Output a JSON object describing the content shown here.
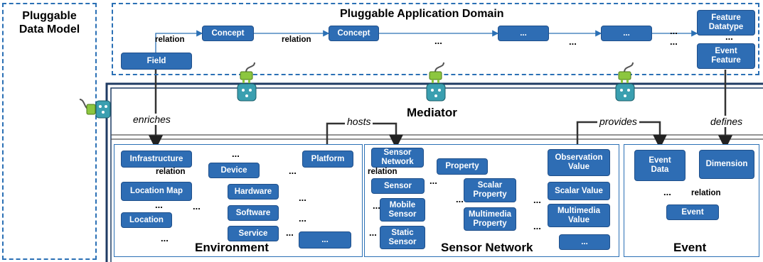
{
  "data_model": {
    "title": "Pluggable\nData Model"
  },
  "app_domain": {
    "title": "Pluggable Application Domain",
    "nodes": {
      "field": "Field",
      "concept1": "Concept",
      "concept2": "Concept",
      "dots1": "...",
      "dots2": "...",
      "feature_datatype": "Feature\nDatatype",
      "event_feature": "Event\nFeature"
    },
    "relation1": "relation",
    "relation2": "relation",
    "ellipsis": "..."
  },
  "mediator": {
    "title": "Mediator",
    "verbs": {
      "enriches": "enriches",
      "hosts": "hosts",
      "provides": "provides",
      "defines": "defines"
    }
  },
  "environment": {
    "title": "Environment",
    "nodes": {
      "infrastructure": "Infrastructure",
      "location_map": "Location Map",
      "location": "Location",
      "device": "Device",
      "hardware": "Hardware",
      "software": "Software",
      "service": "Service",
      "platform": "Platform",
      "dots": "..."
    },
    "relation": "relation",
    "ellipsis": "..."
  },
  "sensor_network": {
    "title": "Sensor Network",
    "nodes": {
      "sensor_network": "Sensor\nNetwork",
      "sensor": "Sensor",
      "mobile_sensor": "Mobile\nSensor",
      "static_sensor": "Static\nSensor",
      "property": "Property",
      "scalar_property": "Scalar\nProperty",
      "multimedia_property": "Multimedia\nProperty",
      "observation_value": "Observation\nValue",
      "scalar_value": "Scalar Value",
      "multimedia_value": "Multimedia\nValue",
      "dots": "..."
    },
    "relation": "relation",
    "ellipsis": "..."
  },
  "event": {
    "title": "Event",
    "nodes": {
      "event_data": "Event\nData",
      "dimension": "Dimension",
      "event": "Event"
    },
    "relation": "relation",
    "ellipsis": "..."
  },
  "colors": {
    "node": "#2e6db4",
    "border": "#2b70b5",
    "plug": "#8cc63f",
    "socket": "#3a9fb0"
  },
  "icons": [
    "plug-icon",
    "socket-icon"
  ]
}
